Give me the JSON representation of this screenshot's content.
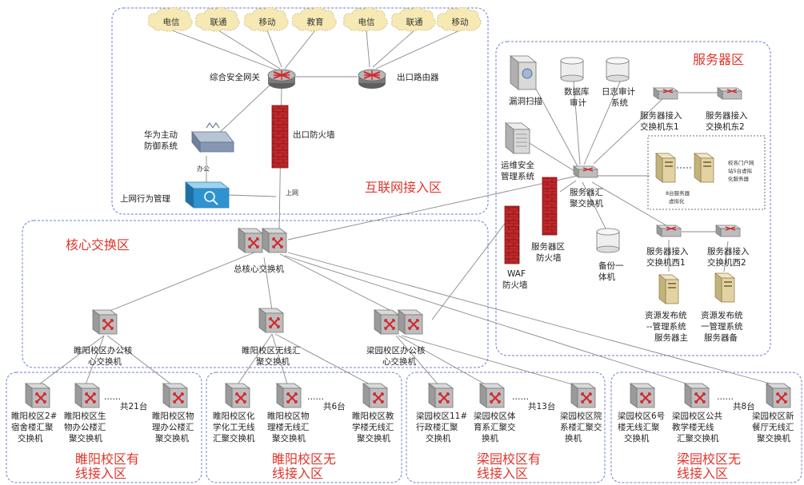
{
  "colors": {
    "zone_border": "#6c7fd8",
    "zone_title": "#e0352b",
    "firewall": "#c0282a",
    "cloud": "#f6e9b4",
    "router": "#8c8c8c",
    "switch_red": "#d3262a"
  },
  "zones": {
    "internet": "互联网接入区",
    "core": "核心交换区",
    "server": "服务器区",
    "z1": [
      "睢阳校区有",
      "线接入区"
    ],
    "z2": [
      "睢阳校区无",
      "线接入区"
    ],
    "z3": [
      "梁园校区有",
      "线接入区"
    ],
    "z4": [
      "梁园校区无",
      "线接入区"
    ]
  },
  "clouds": [
    "电信",
    "联通",
    "移动",
    "教育",
    "电信",
    "联通",
    "移动"
  ],
  "internet": {
    "gateway": "综合安全网关",
    "exit_router": "出口路由器",
    "exit_firewall": "出口防火墙",
    "ads": [
      "华为主动",
      "防御系统"
    ],
    "office": "办公",
    "behavior": "上网行为管理",
    "uplink": "上网"
  },
  "core": {
    "switch": "总核心交换机"
  },
  "agg": {
    "a1": [
      "睢阳校区办公核",
      "心交换机"
    ],
    "a2": [
      "睢阳校区无线汇",
      "聚交换机"
    ],
    "a3": [
      "梁园校区办公核",
      "心交换机"
    ]
  },
  "server": {
    "scan": "漏洞扫描",
    "db_audit": [
      "数据库",
      "审计"
    ],
    "log_audit": [
      "日志审计",
      "系统"
    ],
    "east1": [
      "服务器接入",
      "交换机东1"
    ],
    "east2": [
      "服务器接入",
      "交换机东2"
    ],
    "ops": [
      "运维安全",
      "管理系统"
    ],
    "agg": [
      "服务器汇",
      "聚交换机"
    ],
    "virt1": "8台服务器",
    "virt2": "虚拟化",
    "virt3": "校各门户网",
    "virt4": "站5台虚拟",
    "virt5": "化服务器",
    "srv_fw": [
      "服务器区",
      "防火墙"
    ],
    "waf": [
      "WAF",
      "防火墙"
    ],
    "backup": [
      "备份一",
      "体机"
    ],
    "west1": [
      "服务器接入",
      "交换机西1"
    ],
    "west2": [
      "服务器接入",
      "交换机西2"
    ],
    "res1": [
      "资源发布统",
      "--管理系统",
      "服务器主"
    ],
    "res2": [
      "资源发布统",
      "一管理系统",
      "服务器备"
    ]
  },
  "access": {
    "z1": {
      "s1": [
        "睢阳校区2#",
        "宿舍楼汇聚",
        "交换机"
      ],
      "s2": [
        "睢阳校区生",
        "物办公楼汇",
        "聚交换机"
      ],
      "count": "共21台",
      "s3": [
        "睢阳校区物",
        "理办公楼汇",
        "聚交换机"
      ]
    },
    "z2": {
      "s1": [
        "睢阳校区化",
        "学化工无线",
        "汇聚交换机"
      ],
      "s2": [
        "睢阳校区物",
        "理楼无线汇",
        "聚交换机"
      ],
      "count": "共6台",
      "s3": [
        "睢阳校区教",
        "学楼无线汇",
        "聚交换机"
      ]
    },
    "z3": {
      "s1": [
        "梁园校区11#",
        "行政楼汇聚",
        "交换机"
      ],
      "s2": [
        "梁园校区体",
        "育系汇聚交",
        "换机"
      ],
      "count": "共13台",
      "s3": [
        "梁园校区院",
        "系楼汇聚交",
        "换机"
      ]
    },
    "z4": {
      "s1": [
        "梁园校区6号",
        "楼无线汇聚",
        "交换机"
      ],
      "s2": [
        "梁园校区公共",
        "教学楼无线",
        "汇聚交换机"
      ],
      "count": "共8台",
      "s3": [
        "梁园校区新",
        "餐厅无线汇",
        "聚交换机"
      ]
    }
  },
  "dots": "……"
}
